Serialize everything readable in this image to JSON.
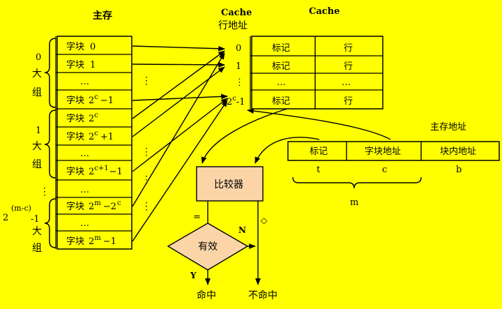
{
  "main_memory": {
    "title": "主存",
    "group0": {
      "number": "0",
      "char1": "大",
      "char2": "组"
    },
    "group1": {
      "number": "1",
      "char1": "大",
      "char2": "组"
    },
    "group_dots": "⋮",
    "group_last": {
      "base": "2",
      "exp": "(m-c)",
      "minus": "-1",
      "char1": "大",
      "char2": "组"
    },
    "rows": [
      {
        "prefix": "字块",
        "base": "",
        "exp": "",
        "suffix": "0"
      },
      {
        "prefix": "字块",
        "base": "",
        "exp": "",
        "suffix": "1"
      },
      {
        "prefix": "…",
        "base": "",
        "exp": "",
        "suffix": ""
      },
      {
        "prefix": "字块",
        "base": "2",
        "exp": "c",
        "suffix": "−1"
      },
      {
        "prefix": "字块",
        "base": "2",
        "exp": "c",
        "suffix": ""
      },
      {
        "prefix": "字块",
        "base": "2",
        "exp": "c",
        "suffix": "+1"
      },
      {
        "prefix": "…",
        "base": "",
        "exp": "",
        "suffix": ""
      },
      {
        "prefix": "字块",
        "base": "2",
        "exp": "c+1",
        "suffix": "−1"
      },
      {
        "prefix": "…",
        "base": "",
        "exp": "",
        "suffix": ""
      },
      {
        "prefix": "字块",
        "base": "2",
        "exp": "m",
        "suffix": "−2"
      },
      {
        "prefix": "…",
        "base": "",
        "exp": "",
        "suffix": ""
      },
      {
        "prefix": "字块",
        "base": "2",
        "exp": "m",
        "suffix": "−1"
      }
    ],
    "row_suffix_exp": "c",
    "side_dots": "⋮"
  },
  "cache": {
    "title": "Cache",
    "line_addr_title1": "Cache",
    "line_addr_title2": "行地址",
    "addr0": "0",
    "addr1": "1",
    "addr_dots": "⋮",
    "addr_last_base": "2",
    "addr_last_exp": "c",
    "addr_last_minus": "-1",
    "rows": [
      {
        "tag": "标记",
        "line": "行"
      },
      {
        "tag": "标记",
        "line": "行"
      },
      {
        "tag": "…",
        "line": "…"
      },
      {
        "tag": "标记",
        "line": "行"
      }
    ]
  },
  "main_address": {
    "title": "主存地址",
    "fields": [
      {
        "label": "标记",
        "letter": "t"
      },
      {
        "label": "字块地址",
        "letter": "c"
      },
      {
        "label": "块内地址",
        "letter": "b"
      }
    ],
    "total": "m"
  },
  "comparator": {
    "label": "比较器",
    "equal": "=",
    "not_equal": "◇"
  },
  "valid": {
    "label": "有效",
    "no": "N",
    "yes": "Y"
  },
  "results": {
    "hit": "命中",
    "miss": "不命中"
  },
  "colors": {
    "background": "#FFFF00",
    "box_fill": "#FBD5A8",
    "ink": "#000000"
  }
}
